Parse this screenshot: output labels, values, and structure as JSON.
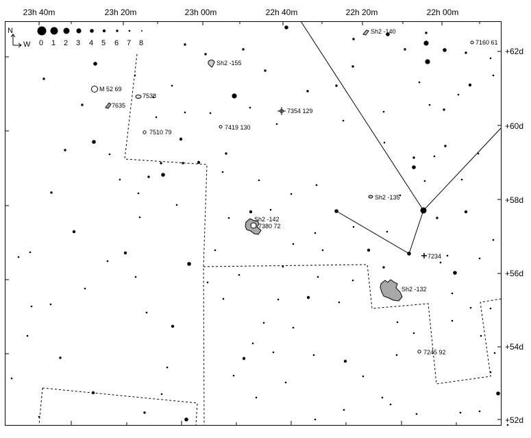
{
  "chart_data": {
    "type": "star-chart",
    "ra_labels": [
      "23h 40m",
      "23h 20m",
      "23h 00m",
      "22h 40m",
      "22h 20m",
      "22h 00m"
    ],
    "dec_labels": [
      "+62d",
      "+60d",
      "+58d",
      "+56d",
      "+54d",
      "+52d"
    ],
    "compass": {
      "north": "N",
      "west": "W"
    },
    "magnitude_legend": [
      "0",
      "1",
      "2",
      "3",
      "4",
      "5",
      "6",
      "7",
      "8"
    ],
    "objects": [
      {
        "id": "m52",
        "label": "M 52 69",
        "kind": "open-cluster"
      },
      {
        "id": "ngc7538",
        "label": "7538",
        "kind": "nebula"
      },
      {
        "id": "ngc7635",
        "label": "7635",
        "kind": "nebula"
      },
      {
        "id": "ngc7510",
        "label": "7510 79",
        "kind": "open-cluster"
      },
      {
        "id": "ngc7419",
        "label": "7419 130",
        "kind": "open-cluster"
      },
      {
        "id": "ngc7354",
        "label": "7354 129",
        "kind": "planetary-nebula"
      },
      {
        "id": "sh2-155",
        "label": "Sh2 -155",
        "kind": "nebula"
      },
      {
        "id": "sh2-140",
        "label": "Sh2 -140",
        "kind": "nebula"
      },
      {
        "id": "ngc7160",
        "label": "7160 61",
        "kind": "open-cluster"
      },
      {
        "id": "sh2-135",
        "label": "Sh2 -135",
        "kind": "nebula"
      },
      {
        "id": "sh2-142",
        "label": "Sh2 -142",
        "kind": "nebula"
      },
      {
        "id": "ngc7380",
        "label": "7380 72",
        "kind": "open-cluster"
      },
      {
        "id": "ngc7234",
        "label": "7234",
        "kind": "cluster"
      },
      {
        "id": "sh2-132",
        "label": "Sh2 -132",
        "kind": "nebula"
      },
      {
        "id": "ngc7245",
        "label": "7245 92",
        "kind": "open-cluster"
      }
    ]
  }
}
